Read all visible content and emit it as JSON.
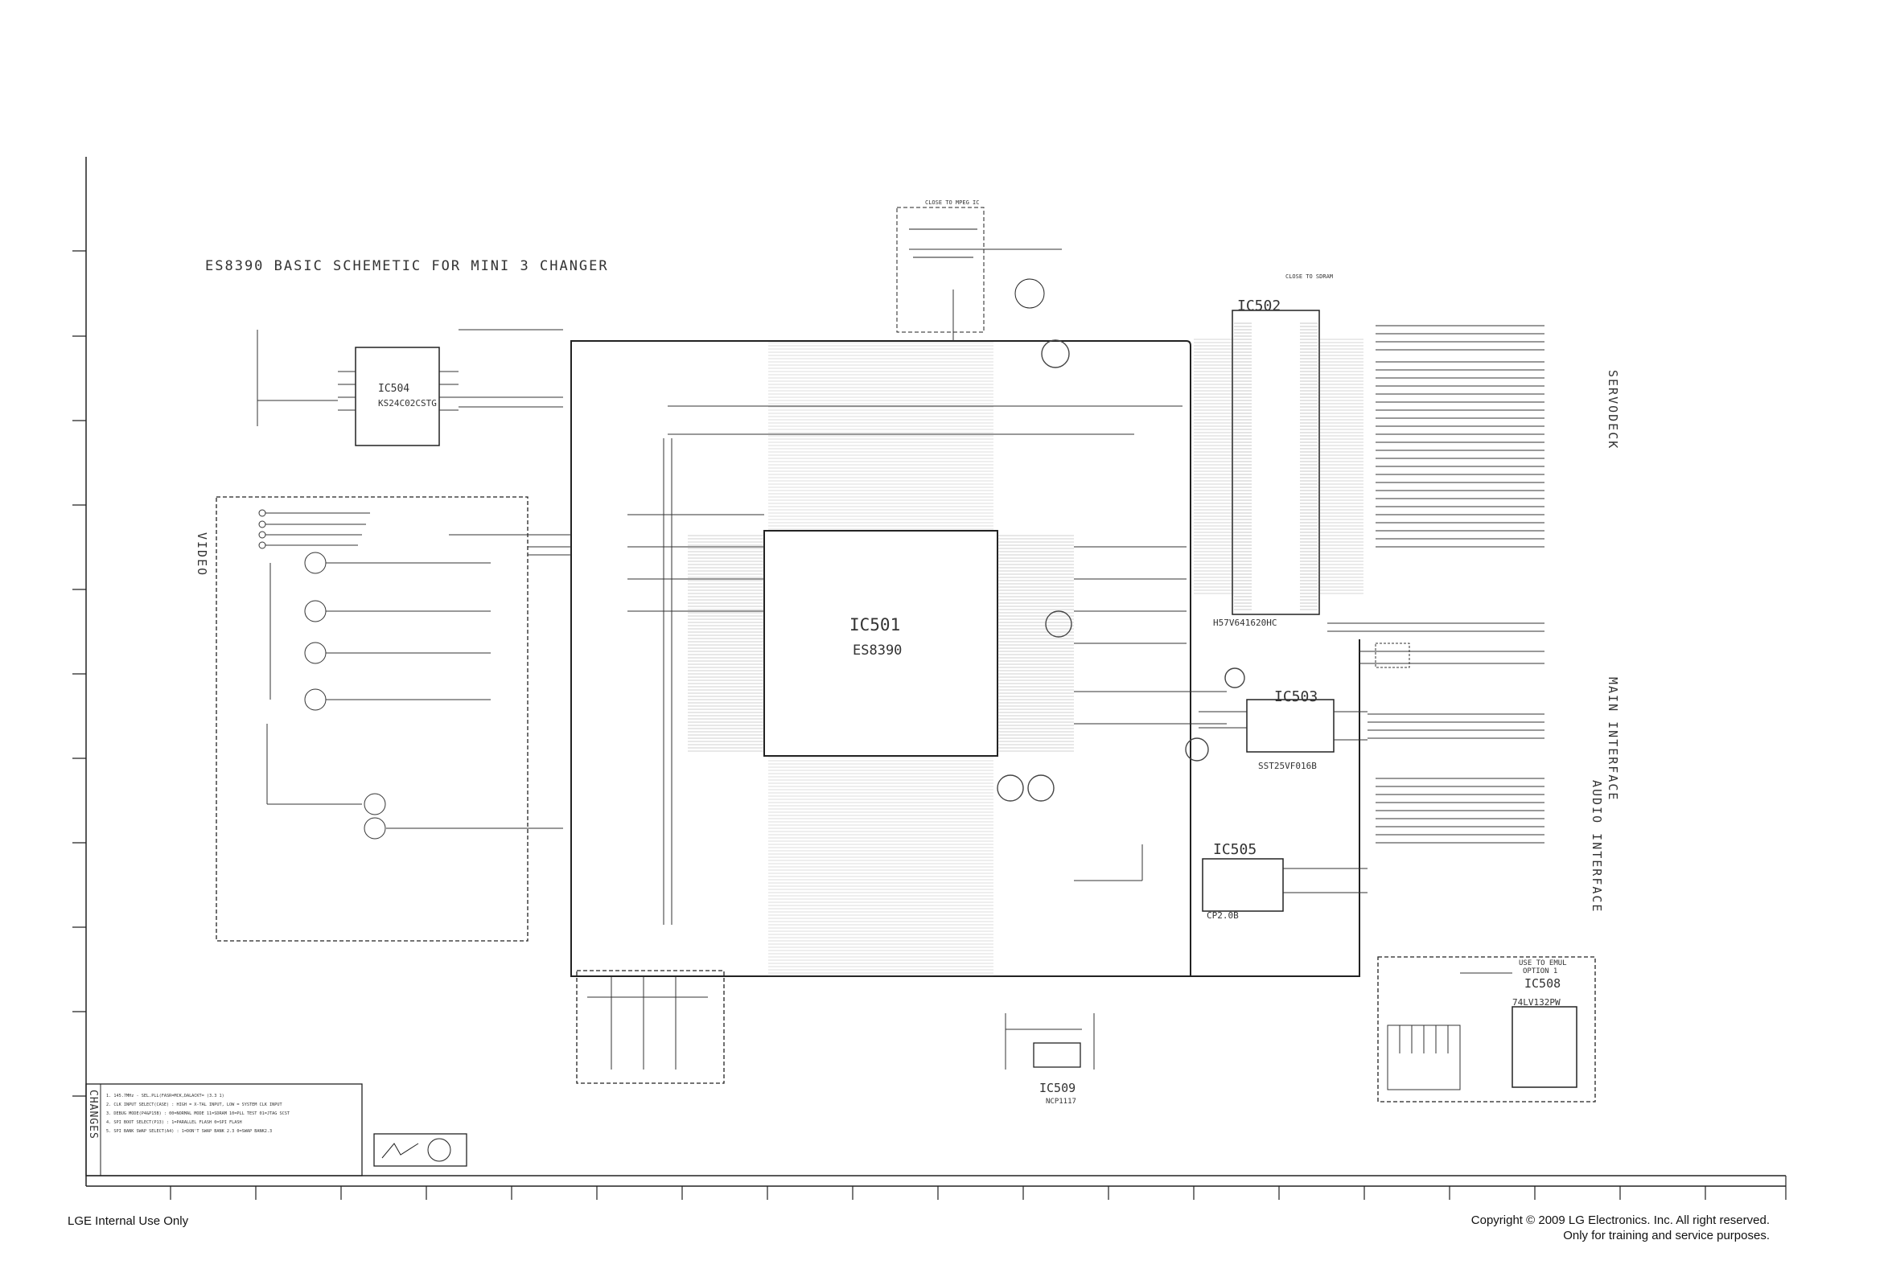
{
  "title": "ES8390 BASIC SCHEMETIC FOR MINI 3 CHANGER",
  "chips": [
    {
      "ref": "IC501",
      "part": "ES8390"
    },
    {
      "ref": "IC502",
      "part": "H57V641620HC"
    },
    {
      "ref": "IC503",
      "part": "SST25VF016B"
    },
    {
      "ref": "IC504",
      "part": "KS24C02CSTG"
    },
    {
      "ref": "IC505",
      "part": "CP2.0B"
    },
    {
      "ref": "IC508",
      "part": "74LV132PW"
    },
    {
      "ref": "IC509",
      "part": "NCP1117"
    }
  ],
  "sections": {
    "video": "VIDEO",
    "servo_deck": "SERVODECK",
    "main_interface": "MAIN INTERFACE",
    "audio_interface": "AUDIO INTERFACE",
    "changes": "CHANGES"
  },
  "box_labels": {
    "use_to_emul": "USE TO EMUL",
    "option": "OPTION 1",
    "close_to_mpeg": "CLOSE TO MPEG IC",
    "close_to_sdram": "CLOSE TO SDRAM"
  },
  "notes": [
    "1. 145.7MHz - SEL.PLL(FASR=MCK,DALACKT= (3.3 1)",
    "2. CLK INPUT SELECT(CASE) : HIGH = X-TAL INPUT, LOW = SYSTEM CLK INPUT",
    "3. DEBUG MODE(P4&P15B) : 00=NORMAL MODE 11=SDRAM 10=PLL TEST 01=JTAG SCST",
    "4. SPI BOOT SELECT(P13) : 1=PARALLEL FLASH 0=SPI FLASH",
    "5. SPI BANK SWAP SELECT(A4) : 1=DON'T SWAP BANK 2.3   0=SWAP BANK2.3"
  ],
  "footer": {
    "left": "LGE Internal Use Only",
    "right_line1": "Copyright © 2009 LG Electronics. Inc. All right reserved.",
    "right_line2": "Only for training and service purposes."
  }
}
